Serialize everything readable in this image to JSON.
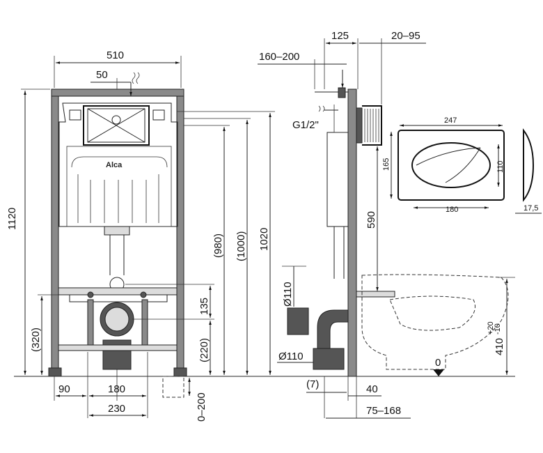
{
  "front_view": {
    "logo": "Alca",
    "dims": {
      "width_510": "510",
      "offset_50": "50",
      "height_1120": "1120",
      "h_980": "(980)",
      "h_1000": "(1000)",
      "h_1020": "1020",
      "h_320": "(320)",
      "h_135": "135",
      "h_220": "(220)",
      "w_90": "90",
      "w_180": "180",
      "w_230": "230",
      "range_0_200": "0–200"
    }
  },
  "side_view": {
    "dims": {
      "d_125": "125",
      "d_20_95": "20–95",
      "d_160_200": "160–200",
      "thread": "G1/2\"",
      "h_590": "590",
      "pipe_110_upper": "Ø110",
      "pipe_110_lower": "Ø110",
      "d_7": "(7)",
      "d_40": "40",
      "d_75_168": "75–168",
      "zero": "0",
      "h_410": "410",
      "tol_plus": "+20",
      "tol_minus": "-10"
    }
  },
  "flush_plate": {
    "dims": {
      "width_247": "247",
      "height_165": "165",
      "button_110": "110",
      "button_180": "180",
      "depth_17_5": "17,5"
    }
  }
}
